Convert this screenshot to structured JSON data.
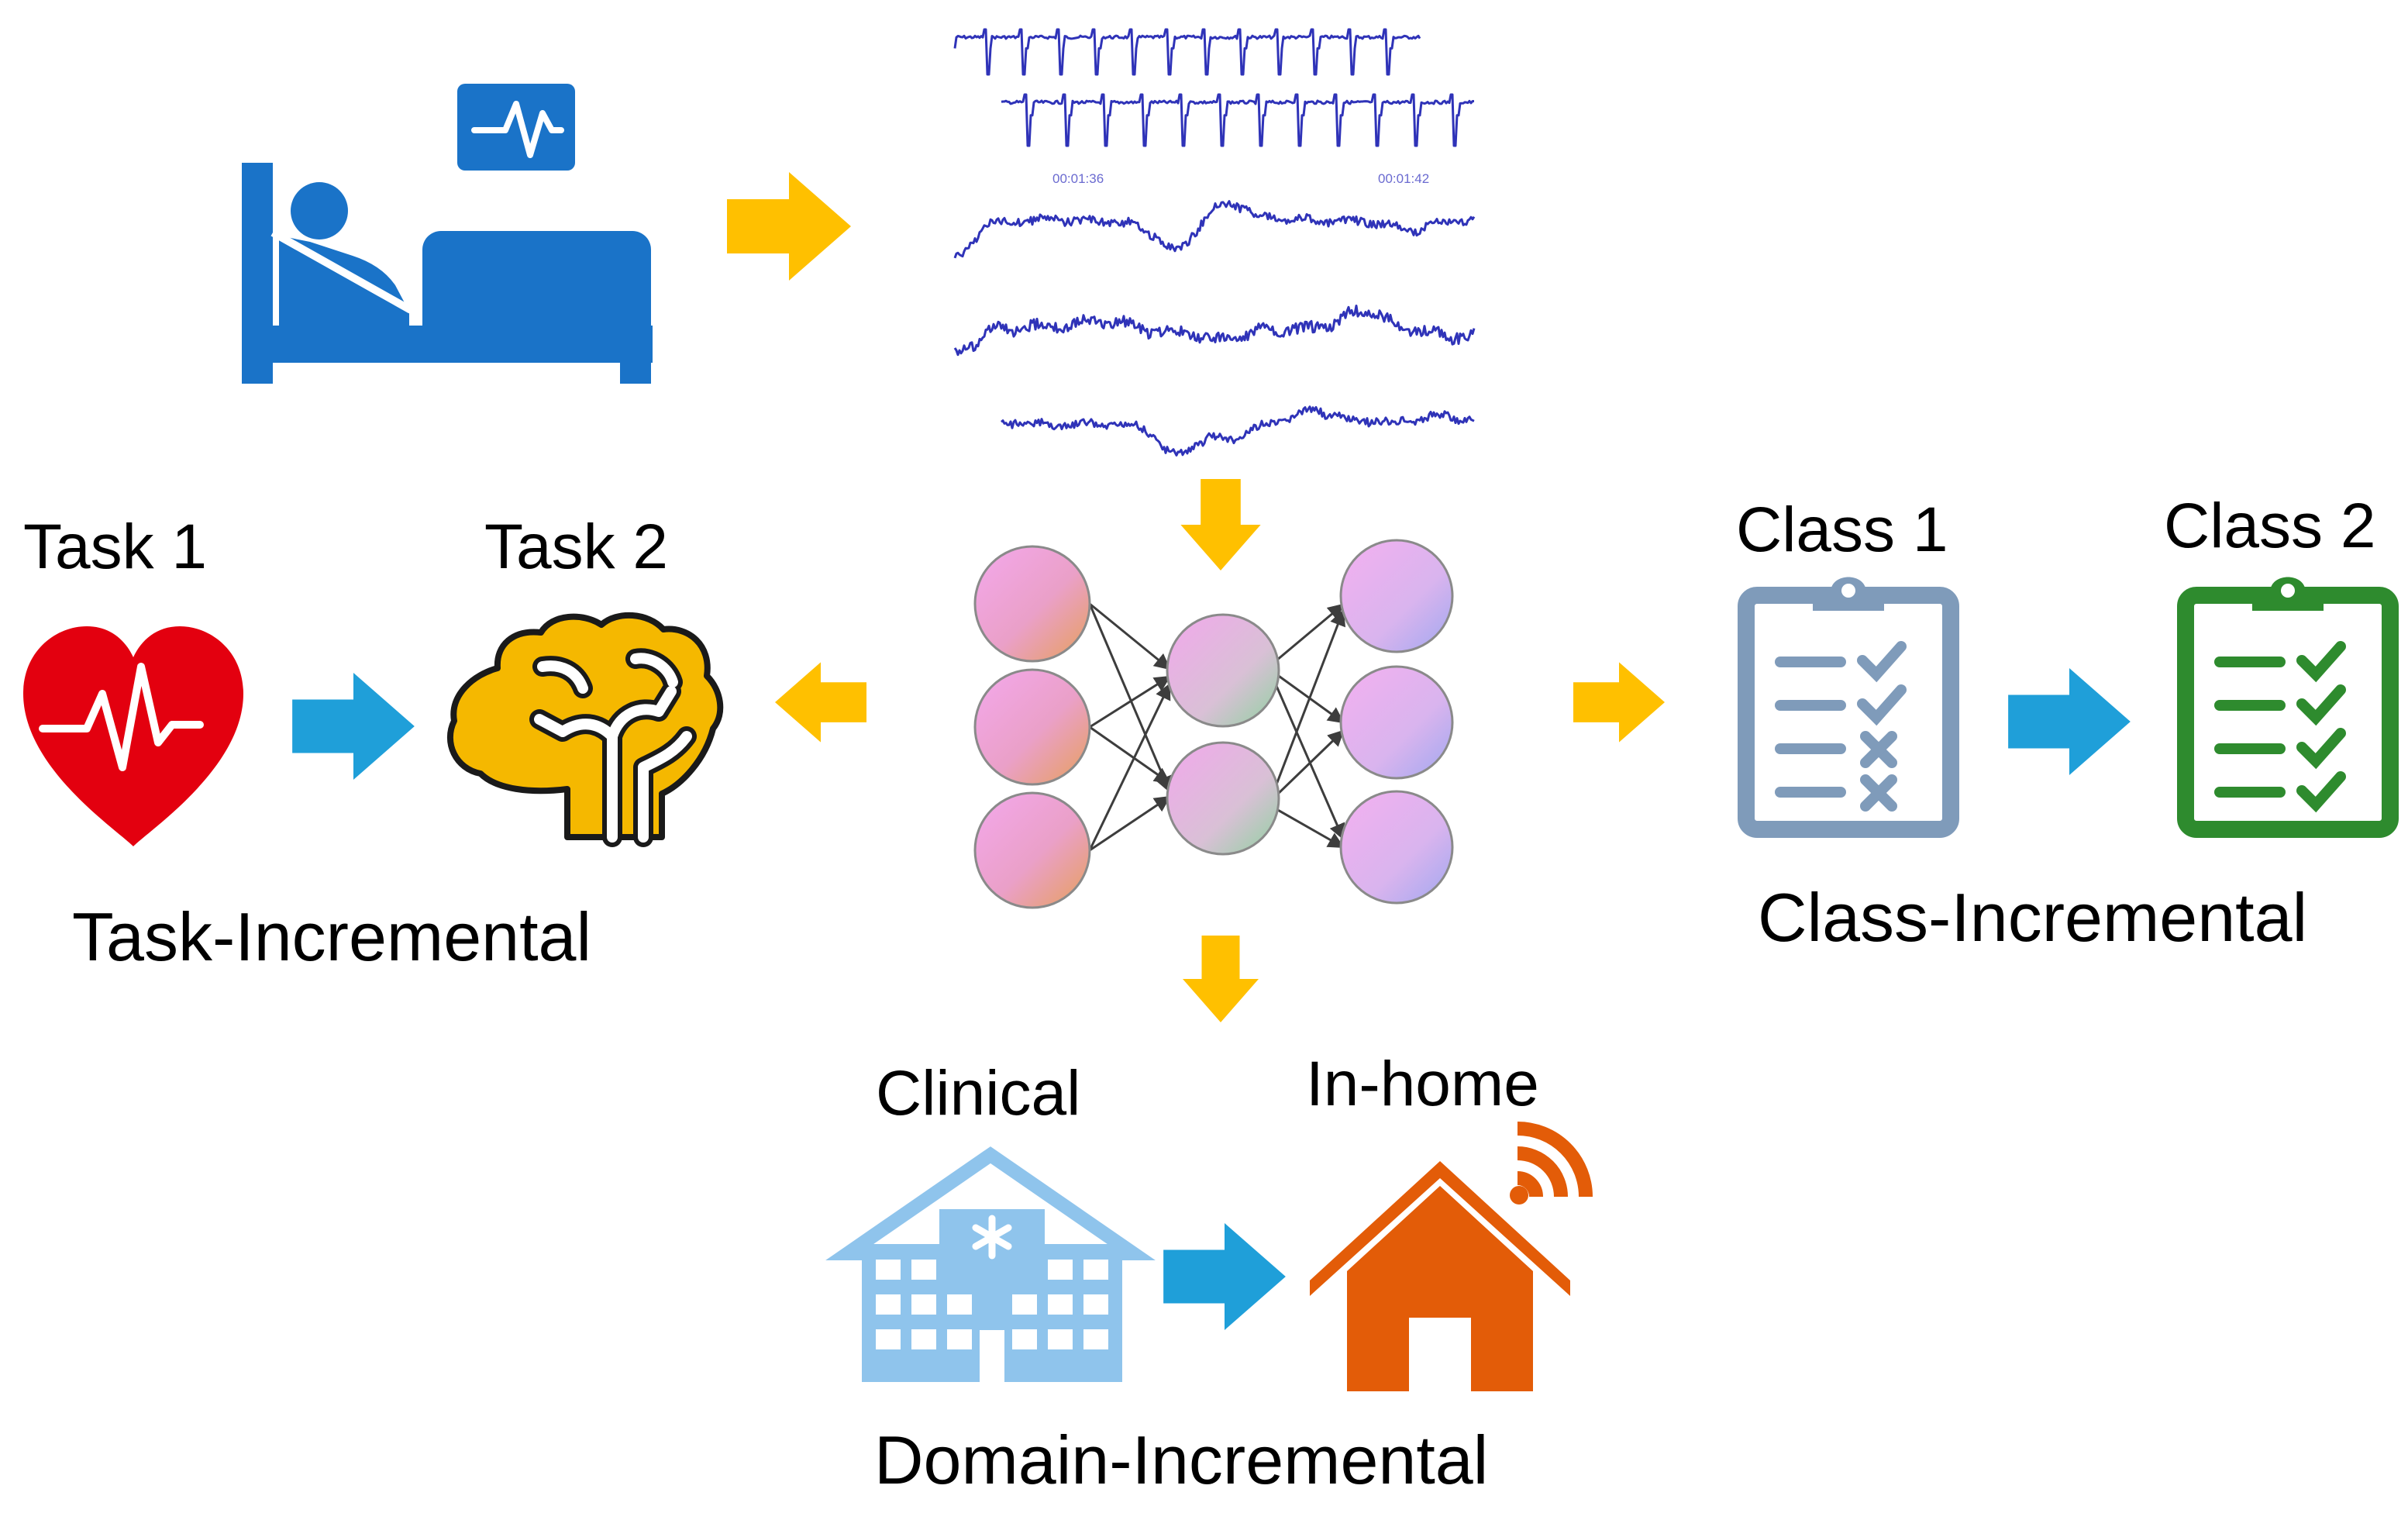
{
  "labels": {
    "task1": "Task 1",
    "task2": "Task 2",
    "task_incremental": "Task-Incremental",
    "class1": "Class 1",
    "class2": "Class 2",
    "class_incremental": "Class-Incremental",
    "clinical": "Clinical",
    "in_home": "In-home",
    "domain_incremental": "Domain-Incremental"
  },
  "signal_panel": {
    "timestamps": [
      "00:01:36",
      "00:01:42"
    ]
  },
  "icons": {
    "patient": "patient-in-bed-with-monitor-icon",
    "signals": "biosignal-waveforms",
    "network": "neural-network-icon",
    "task1": "heart-ecg-icon",
    "task2": "brain-icon",
    "class1": "clipboard-checklist-icon",
    "class2": "clipboard-checklist-icon",
    "clinical": "hospital-icon",
    "in_home": "smart-home-icon"
  },
  "colors": {
    "patient_blue": "#1a73c8",
    "signal_blue": "#2f33b8",
    "flow_arrow": "#ffc000",
    "step_arrow": "#1f9fd9",
    "heart": "#e3000f",
    "brain": "#f5b800",
    "class1_clipboard": "#7f9bba",
    "class2_clipboard": "#2e8b2e",
    "hospital": "#8fc4ec",
    "home": "#e35c08"
  }
}
